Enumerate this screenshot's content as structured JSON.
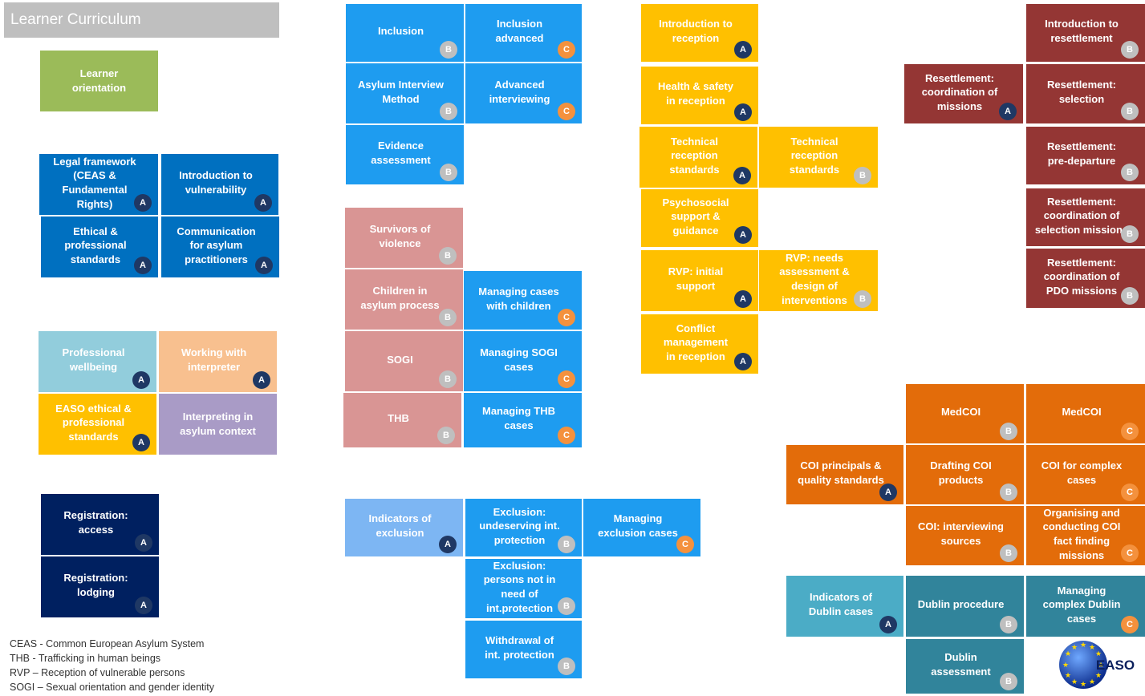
{
  "title": "Learner Curriculum",
  "colors": {
    "green": "#9bbb59",
    "blue_dark": "#0070c0",
    "navy": "#002060",
    "light_teal": "#92cddc",
    "peach": "#f8c08f",
    "yellow": "#ffc000",
    "purple": "#a99bc6",
    "sky": "#1e9cf0",
    "sky_light": "#7db6f3",
    "rose": "#d99594",
    "amber": "#ffc000",
    "maroon": "#943634",
    "orange": "#e36c0a",
    "teal": "#4bacc6",
    "teal_dark": "#31849b"
  },
  "modules": [
    {
      "label": "Learner\norientation",
      "level": "",
      "color": "green"
    },
    {
      "label": "Legal framework\n(CEAS &\nFundamental\nRights)",
      "level": "A",
      "color": "blue_dark"
    },
    {
      "label": "Introduction to\nvulnerability",
      "level": "A",
      "color": "blue_dark"
    },
    {
      "label": "Ethical &\nprofessional\nstandards",
      "level": "A",
      "color": "blue_dark"
    },
    {
      "label": "Communication\nfor asylum\npractitioners",
      "level": "A",
      "color": "blue_dark"
    },
    {
      "label": "Professional\nwellbeing",
      "level": "A",
      "color": "light_teal"
    },
    {
      "label": "Working with\ninterpreter",
      "level": "A",
      "color": "peach"
    },
    {
      "label": "EASO ethical &\nprofessional\nstandards",
      "level": "A",
      "color": "yellow"
    },
    {
      "label": "Interpreting in\nasylum context",
      "level": "",
      "color": "purple"
    },
    {
      "label": "Registration:\naccess",
      "level": "A",
      "color": "navy"
    },
    {
      "label": "Registration:\nlodging",
      "level": "A",
      "color": "navy"
    },
    {
      "label": "Inclusion",
      "level": "B",
      "color": "sky"
    },
    {
      "label": "Inclusion\nadvanced",
      "level": "C",
      "color": "sky"
    },
    {
      "label": "Asylum Interview\nMethod",
      "level": "B",
      "color": "sky"
    },
    {
      "label": "Advanced\ninterviewing",
      "level": "C",
      "color": "sky"
    },
    {
      "label": "Evidence\nassessment",
      "level": "B",
      "color": "sky"
    },
    {
      "label": "Survivors of\nviolence",
      "level": "B",
      "color": "rose"
    },
    {
      "label": "Children in\nasylum process",
      "level": "B",
      "color": "rose"
    },
    {
      "label": "Managing cases\nwith children",
      "level": "C",
      "color": "sky"
    },
    {
      "label": "SOGI",
      "level": "B",
      "color": "rose"
    },
    {
      "label": "Managing SOGI\ncases",
      "level": "C",
      "color": "sky"
    },
    {
      "label": "THB",
      "level": "B",
      "color": "rose"
    },
    {
      "label": "Managing THB\ncases",
      "level": "C",
      "color": "sky"
    },
    {
      "label": "Indicators of\nexclusion",
      "level": "A",
      "color": "sky_light"
    },
    {
      "label": "Exclusion:\nundeserving int.\nprotection",
      "level": "B",
      "color": "sky"
    },
    {
      "label": "Managing\nexclusion cases",
      "level": "C",
      "color": "sky"
    },
    {
      "label": "Exclusion:\npersons not in\nneed of\nint.protection",
      "level": "B",
      "color": "sky"
    },
    {
      "label": "Withdrawal of\nint. protection",
      "level": "B",
      "color": "sky"
    },
    {
      "label": "Introduction to\nreception",
      "level": "A",
      "color": "amber"
    },
    {
      "label": "Health & safety\nin reception",
      "level": "A",
      "color": "amber"
    },
    {
      "label": "Technical\nreception\nstandards",
      "level": "A",
      "color": "amber"
    },
    {
      "label": "Technical\nreception\nstandards",
      "level": "B",
      "color": "amber"
    },
    {
      "label": "Psychosocial\nsupport &\nguidance",
      "level": "A",
      "color": "amber"
    },
    {
      "label": "RVP: initial\nsupport",
      "level": "A",
      "color": "amber"
    },
    {
      "label": "RVP: needs\nassessment &\ndesign of\ninterventions",
      "level": "B",
      "color": "amber"
    },
    {
      "label": "Conflict\nmanagement\nin reception",
      "level": "A",
      "color": "amber"
    },
    {
      "label": "Introduction to\nresettlement",
      "level": "B",
      "color": "maroon"
    },
    {
      "label": "Resettlement:\ncoordination of\nmissions",
      "level": "A",
      "color": "maroon"
    },
    {
      "label": "Resettlement:\nselection",
      "level": "B",
      "color": "maroon"
    },
    {
      "label": "Resettlement:\npre-departure",
      "level": "B",
      "color": "maroon"
    },
    {
      "label": "Resettlement:\ncoordination of\nselection missions",
      "level": "B",
      "color": "maroon"
    },
    {
      "label": "Resettlement:\ncoordination of\nPDO missions",
      "level": "B",
      "color": "maroon"
    },
    {
      "label": "MedCOI",
      "level": "B",
      "color": "orange"
    },
    {
      "label": "MedCOI",
      "level": "C",
      "color": "orange"
    },
    {
      "label": "COI principals &\nquality standards",
      "level": "A",
      "color": "orange"
    },
    {
      "label": "Drafting COI\nproducts",
      "level": "B",
      "color": "orange"
    },
    {
      "label": "COI for complex\ncases",
      "level": "C",
      "color": "orange"
    },
    {
      "label": "COI: interviewing\nsources",
      "level": "B",
      "color": "orange"
    },
    {
      "label": "Organising and\nconducting COI\nfact finding\nmissions",
      "level": "C",
      "color": "orange"
    },
    {
      "label": "Indicators of\nDublin cases",
      "level": "A",
      "color": "teal"
    },
    {
      "label": "Dublin procedure",
      "level": "B",
      "color": "teal_dark"
    },
    {
      "label": "Managing\ncomplex Dublin\ncases",
      "level": "C",
      "color": "teal_dark"
    },
    {
      "label": "Dublin\nassessment",
      "level": "B",
      "color": "teal_dark"
    }
  ],
  "legend": [
    "CEAS - Common European Asylum System",
    "THB - Trafficking in human beings",
    "RVP – Reception of vulnerable persons",
    "SOGI – Sexual orientation and gender identity"
  ],
  "logo_text": "EASO"
}
